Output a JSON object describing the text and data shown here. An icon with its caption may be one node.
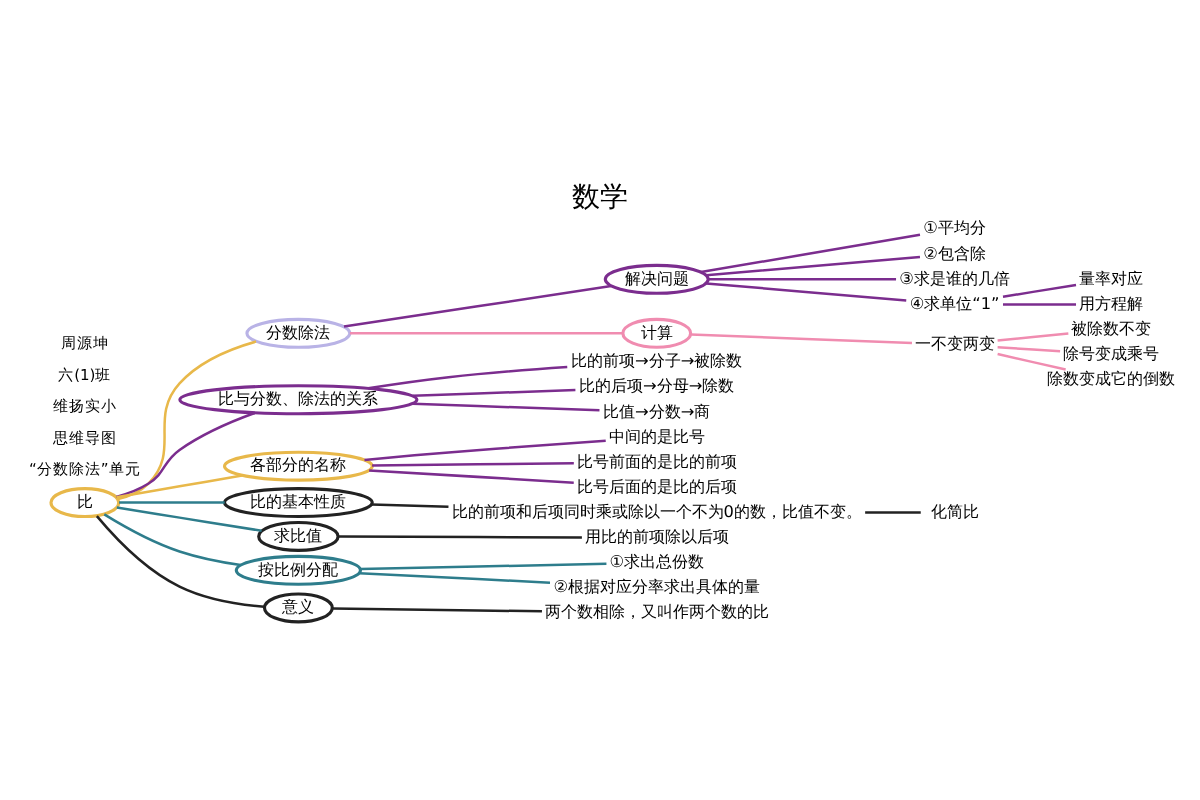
{
  "diagram": {
    "title": "数学",
    "nodes": [
      {
        "text": [
          "比"
        ]
      },
      {
        "text": [
          "分数除法"
        ]
      },
      {
        "text": [
          "解决问题"
        ]
      },
      {
        "text": [
          "①平均分"
        ]
      },
      {
        "text": [
          "②包含除"
        ]
      },
      {
        "text": [
          "③求是谁的几倍"
        ]
      },
      {
        "text": [
          "④求单位“1”"
        ]
      },
      {
        "text": [
          "量率对应"
        ]
      },
      {
        "text": [
          "用方程解"
        ]
      },
      {
        "text": [
          "计算"
        ]
      },
      {
        "text": [
          "一不变两变"
        ]
      },
      {
        "text": [
          "被除数不变"
        ]
      },
      {
        "text": [
          "除号变成乘号"
        ]
      },
      {
        "text": [
          "除数变成它的倒数"
        ]
      },
      {
        "text": [
          "比与分数、除法的关系"
        ]
      },
      {
        "text": [
          "比的前项→分子→被除数"
        ]
      },
      {
        "text": [
          "比的后项→分母→除数"
        ]
      },
      {
        "text": [
          "比值→分数→商"
        ]
      },
      {
        "text": [
          "各部分的名称"
        ]
      },
      {
        "text": [
          "中间的是比号"
        ]
      },
      {
        "text": [
          "比号前面的是比的前项"
        ]
      },
      {
        "text": [
          "比号后面的是比的后项"
        ]
      },
      {
        "text": [
          "比的基本性质"
        ]
      },
      {
        "text": [
          "比的前项和后项同时乘或除以一个不为0的数，比值不变。"
        ]
      },
      {
        "text": [
          "化简比"
        ]
      },
      {
        "text": [
          "求比值"
        ]
      },
      {
        "text": [
          "用比的前项除以后项"
        ]
      },
      {
        "text": [
          "按比例分配"
        ]
      },
      {
        "text": [
          "①求出总份数"
        ]
      },
      {
        "text": [
          "②根据对应分率求出具体的量"
        ]
      },
      {
        "text": [
          "意义"
        ]
      },
      {
        "text": [
          "两个数相除，又叫作两个数的比"
        ]
      }
    ],
    "edges": [
      {
        "from": 0,
        "to": 1,
        "arrow": "none",
        "color": "#e8b84a"
      },
      {
        "from": 1,
        "to": 2,
        "arrow": "none"
      },
      {
        "from": 2,
        "to": 3,
        "arrow": "none"
      },
      {
        "from": 2,
        "to": 4,
        "arrow": "none"
      },
      {
        "from": 2,
        "to": 5,
        "arrow": "none"
      },
      {
        "from": 2,
        "to": 6,
        "arrow": "none"
      },
      {
        "from": 6,
        "to": 7,
        "arrow": "none"
      },
      {
        "from": 6,
        "to": 8,
        "arrow": "none"
      },
      {
        "from": 1,
        "to": 9,
        "arrow": "none",
        "color": "#f08cb0"
      },
      {
        "from": 9,
        "to": 10,
        "arrow": "none",
        "color": "#f08cb0"
      },
      {
        "from": 10,
        "to": 11,
        "arrow": "none",
        "color": "#f08cb0"
      },
      {
        "from": 10,
        "to": 12,
        "arrow": "none",
        "color": "#f08cb0"
      },
      {
        "from": 10,
        "to": 13,
        "arrow": "none",
        "color": "#f08cb0"
      },
      {
        "from": 0,
        "to": 14,
        "arrow": "none"
      },
      {
        "from": 14,
        "to": 15,
        "arrow": "none"
      },
      {
        "from": 14,
        "to": 16,
        "arrow": "none"
      },
      {
        "from": 14,
        "to": 17,
        "arrow": "none"
      },
      {
        "from": 0,
        "to": 18,
        "arrow": "none",
        "color": "#e8b84a"
      },
      {
        "from": 18,
        "to": 19,
        "arrow": "none"
      },
      {
        "from": 18,
        "to": 20,
        "arrow": "none"
      },
      {
        "from": 18,
        "to": 21,
        "arrow": "none"
      },
      {
        "from": 0,
        "to": 22,
        "arrow": "none",
        "color": "#2e7d8c"
      },
      {
        "from": 22,
        "to": 23,
        "arrow": "none",
        "color": "#222222"
      },
      {
        "from": 23,
        "to": 24,
        "arrow": "none",
        "color": "#222222"
      },
      {
        "from": 0,
        "to": 25,
        "arrow": "none",
        "color": "#2e7d8c"
      },
      {
        "from": 25,
        "to": 26,
        "arrow": "none",
        "color": "#222222"
      },
      {
        "from": 0,
        "to": 27,
        "arrow": "none",
        "color": "#2e7d8c"
      },
      {
        "from": 27,
        "to": 28,
        "arrow": "none",
        "color": "#2e7d8c"
      },
      {
        "from": 27,
        "to": 29,
        "arrow": "none",
        "color": "#2e7d8c"
      },
      {
        "from": 0,
        "to": 30,
        "arrow": "none",
        "color": "#222222"
      },
      {
        "from": 30,
        "to": 31,
        "arrow": "none",
        "color": "#222222"
      }
    ],
    "labels": [
      "“分数除法”单元",
      "思维导图",
      "维扬实小",
      "六(1)班",
      "周源坤"
    ]
  }
}
